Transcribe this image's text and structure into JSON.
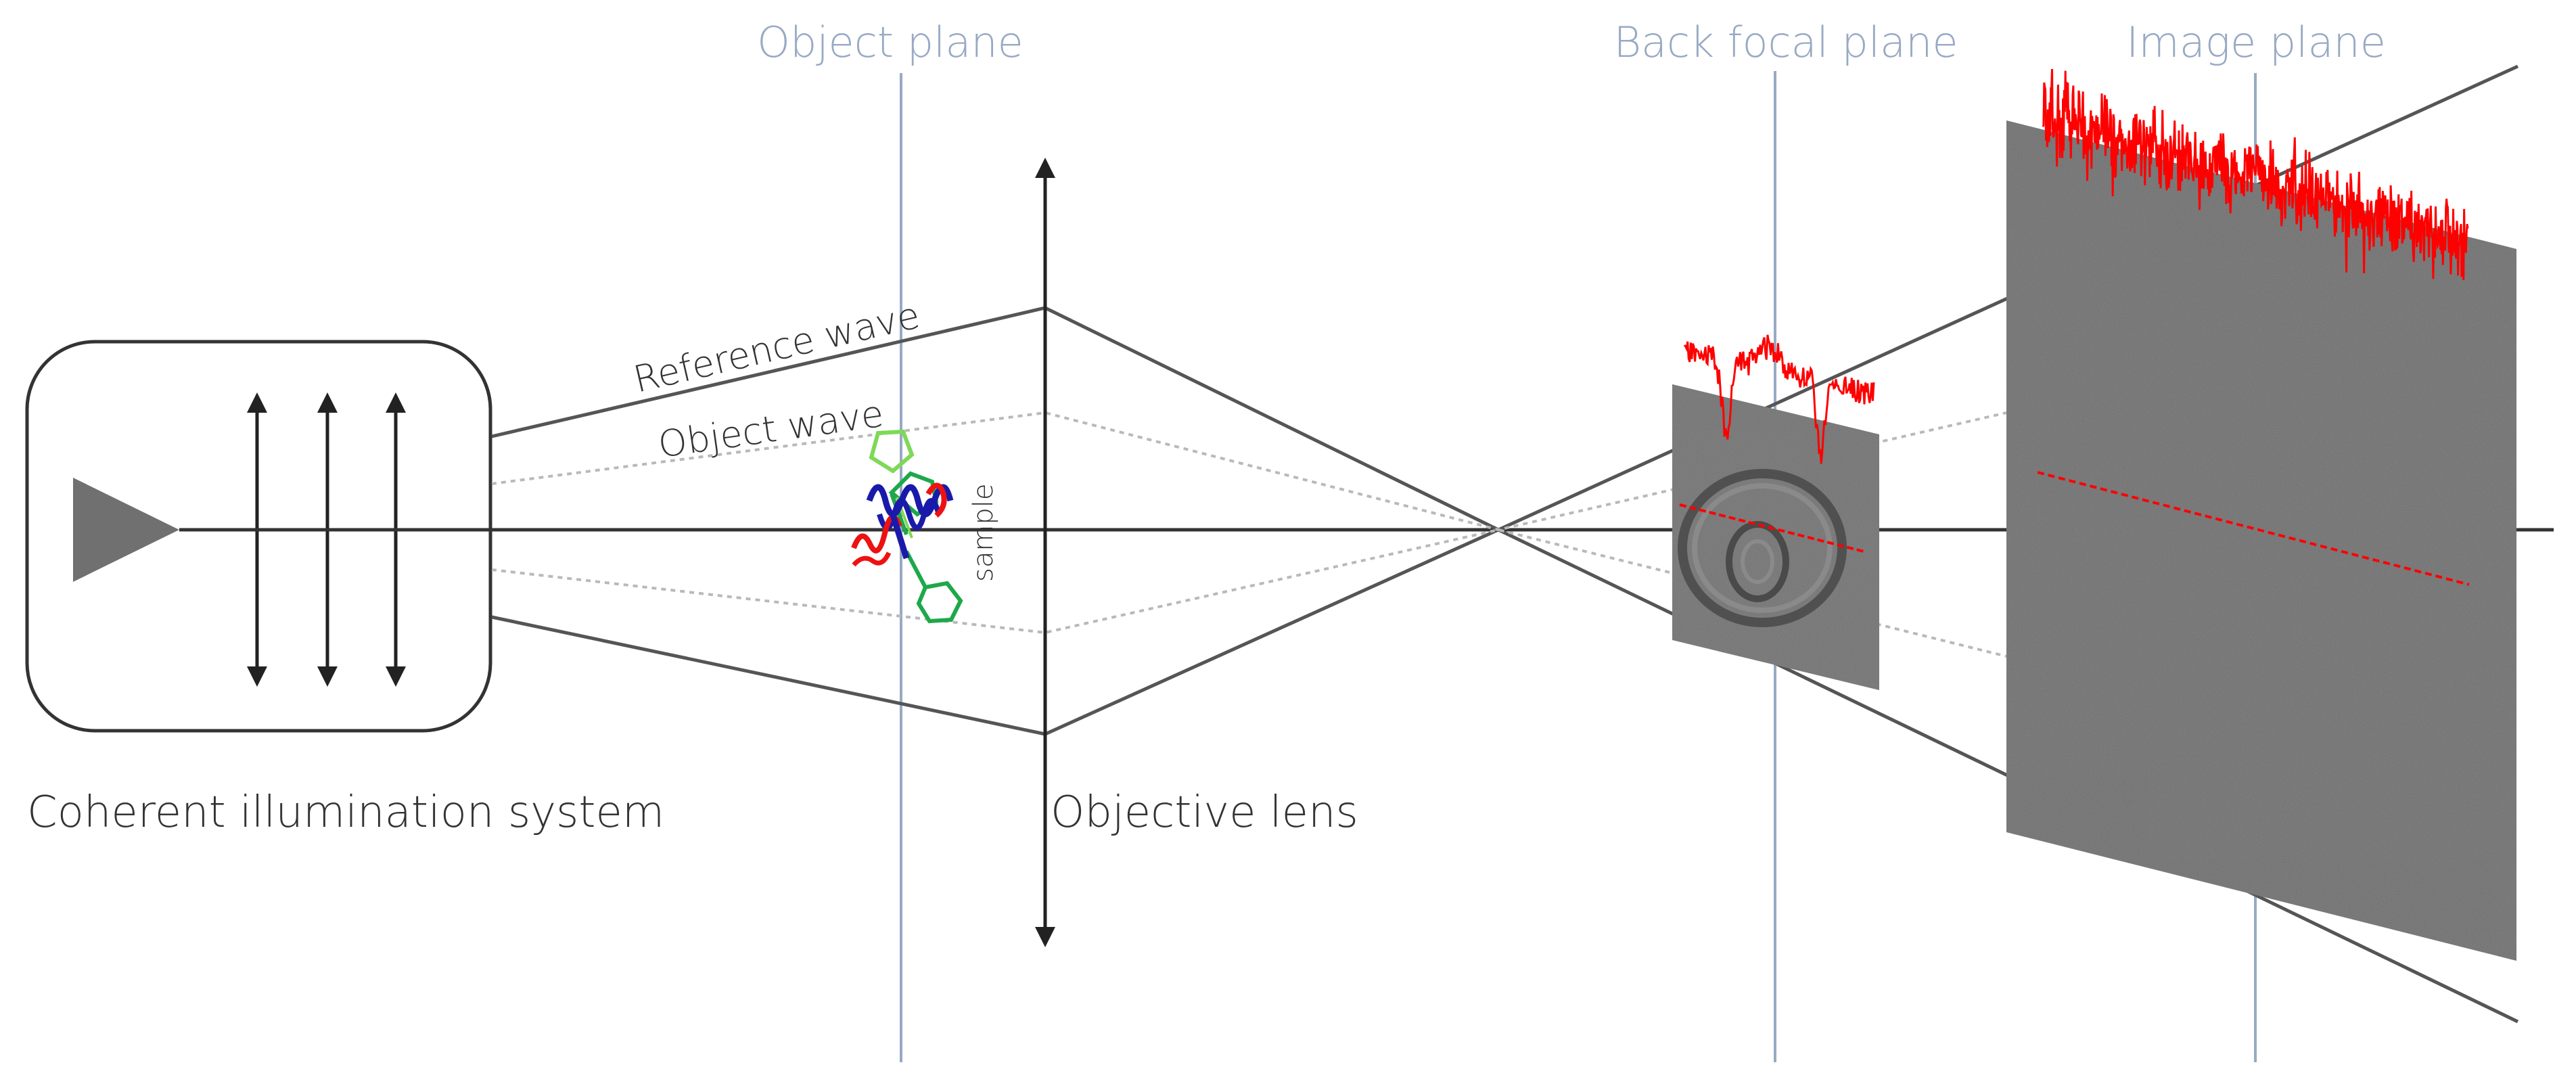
{
  "planes": {
    "object_plane": "Object plane",
    "back_focal_plane": "Back focal plane",
    "image_plane": "Image plane"
  },
  "labels": {
    "illumination": "Coherent illumination system",
    "objective_lens": "Objective lens",
    "reference_wave": "Reference wave",
    "object_wave": "Object wave",
    "sample": "sample"
  },
  "colors": {
    "plane_line": "#98a9c4",
    "profile": "#ff0000",
    "molecule_green": "#22cc55",
    "molecule_blue": "#1a1aaa",
    "molecule_red": "#ee1111",
    "screen_gray": "#6e6e6e"
  },
  "icons": {
    "source": "triangle-source-icon",
    "lens": "double-arrow-lens-icon",
    "sample": "molecule-icon"
  }
}
